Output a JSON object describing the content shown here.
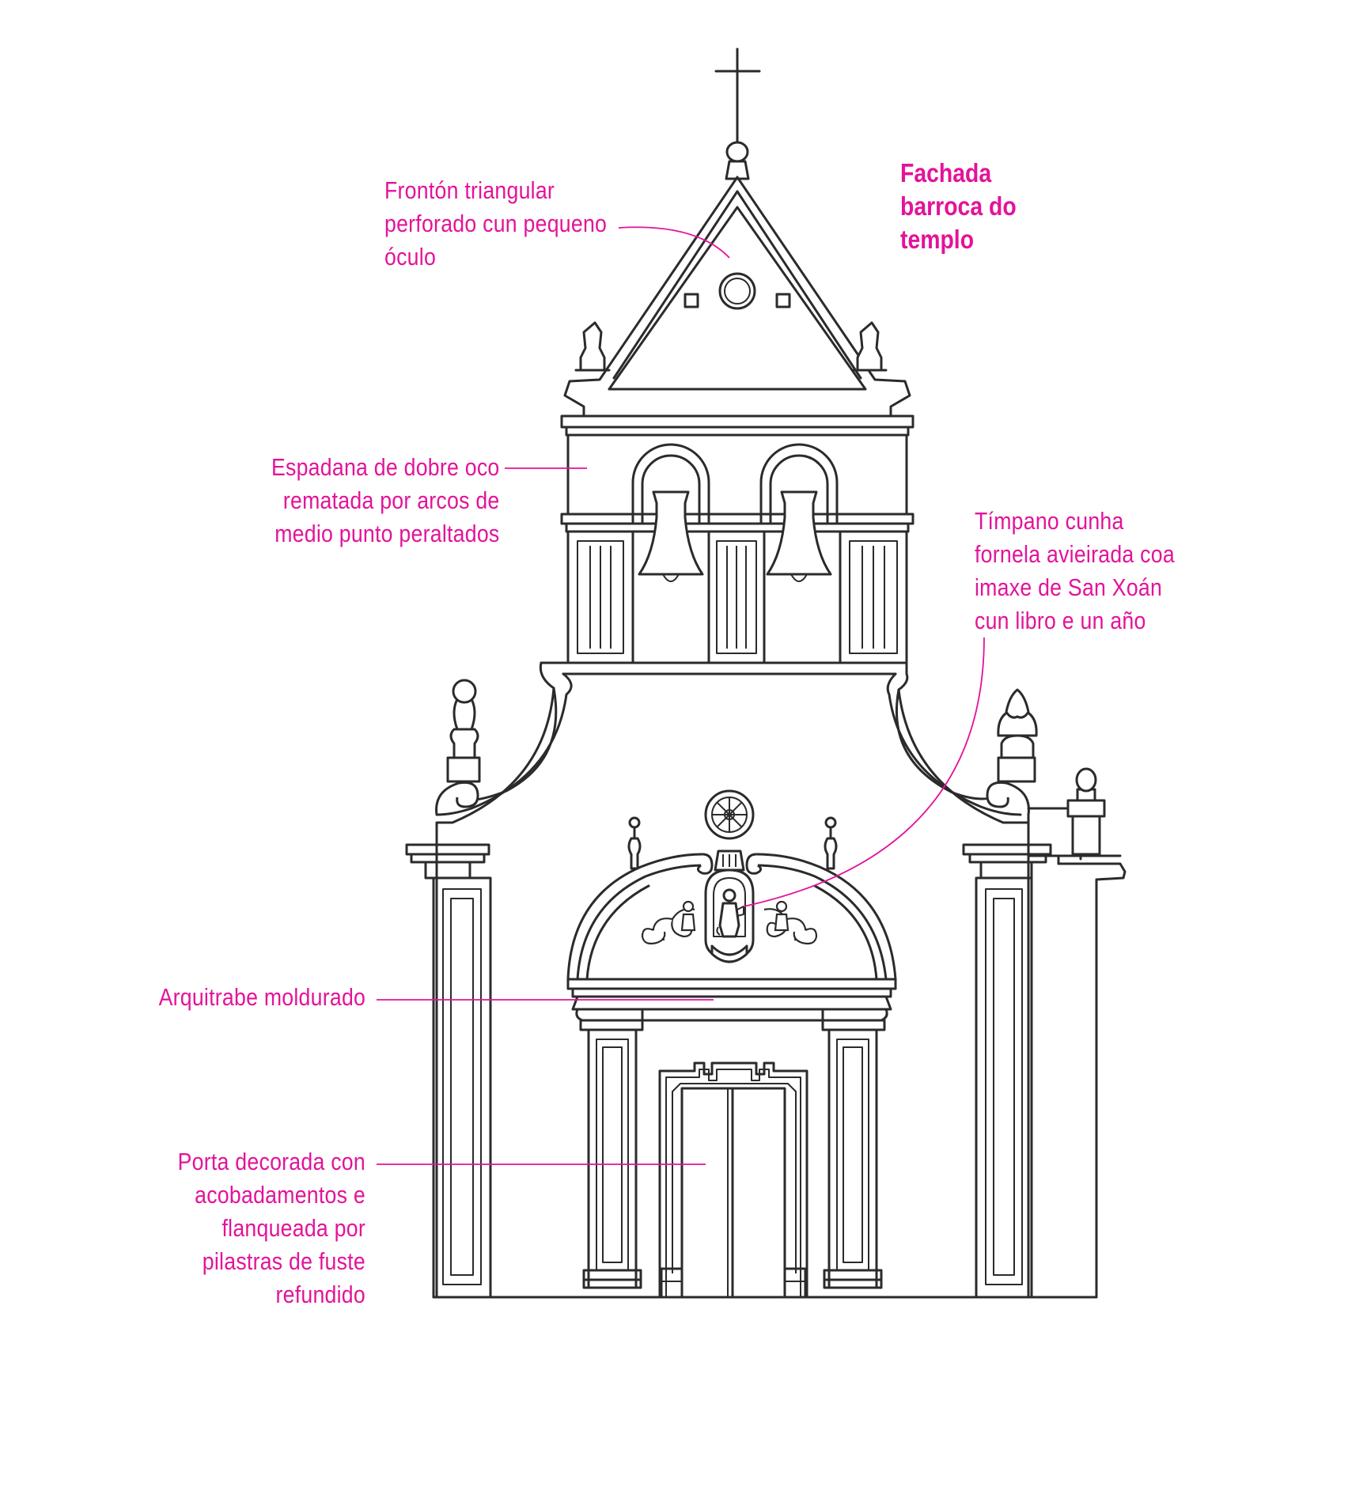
{
  "diagram": {
    "title": "Fachada\nbarroca do\ntemplo",
    "labels": {
      "fronton": "Frontón triangular\nperforado cun pequeno\nóculo",
      "espadana": "Espadana de dobre oco\nrematada por arcos de\nmedio punto peraltados",
      "timpano": "Tímpano cunha\nfornela avieirada coa\nimaxe de San Xoán\ncun libro e un año",
      "arquitrabe": "Arquitrabe moldurado",
      "porta": "Porta decorada con\nacobadamentos e\nflanqueada por\npilastras de fuste\nrefundido"
    },
    "colors": {
      "accent": "#e3139a",
      "line": "#2b2b2b",
      "background": "#ffffff"
    }
  }
}
